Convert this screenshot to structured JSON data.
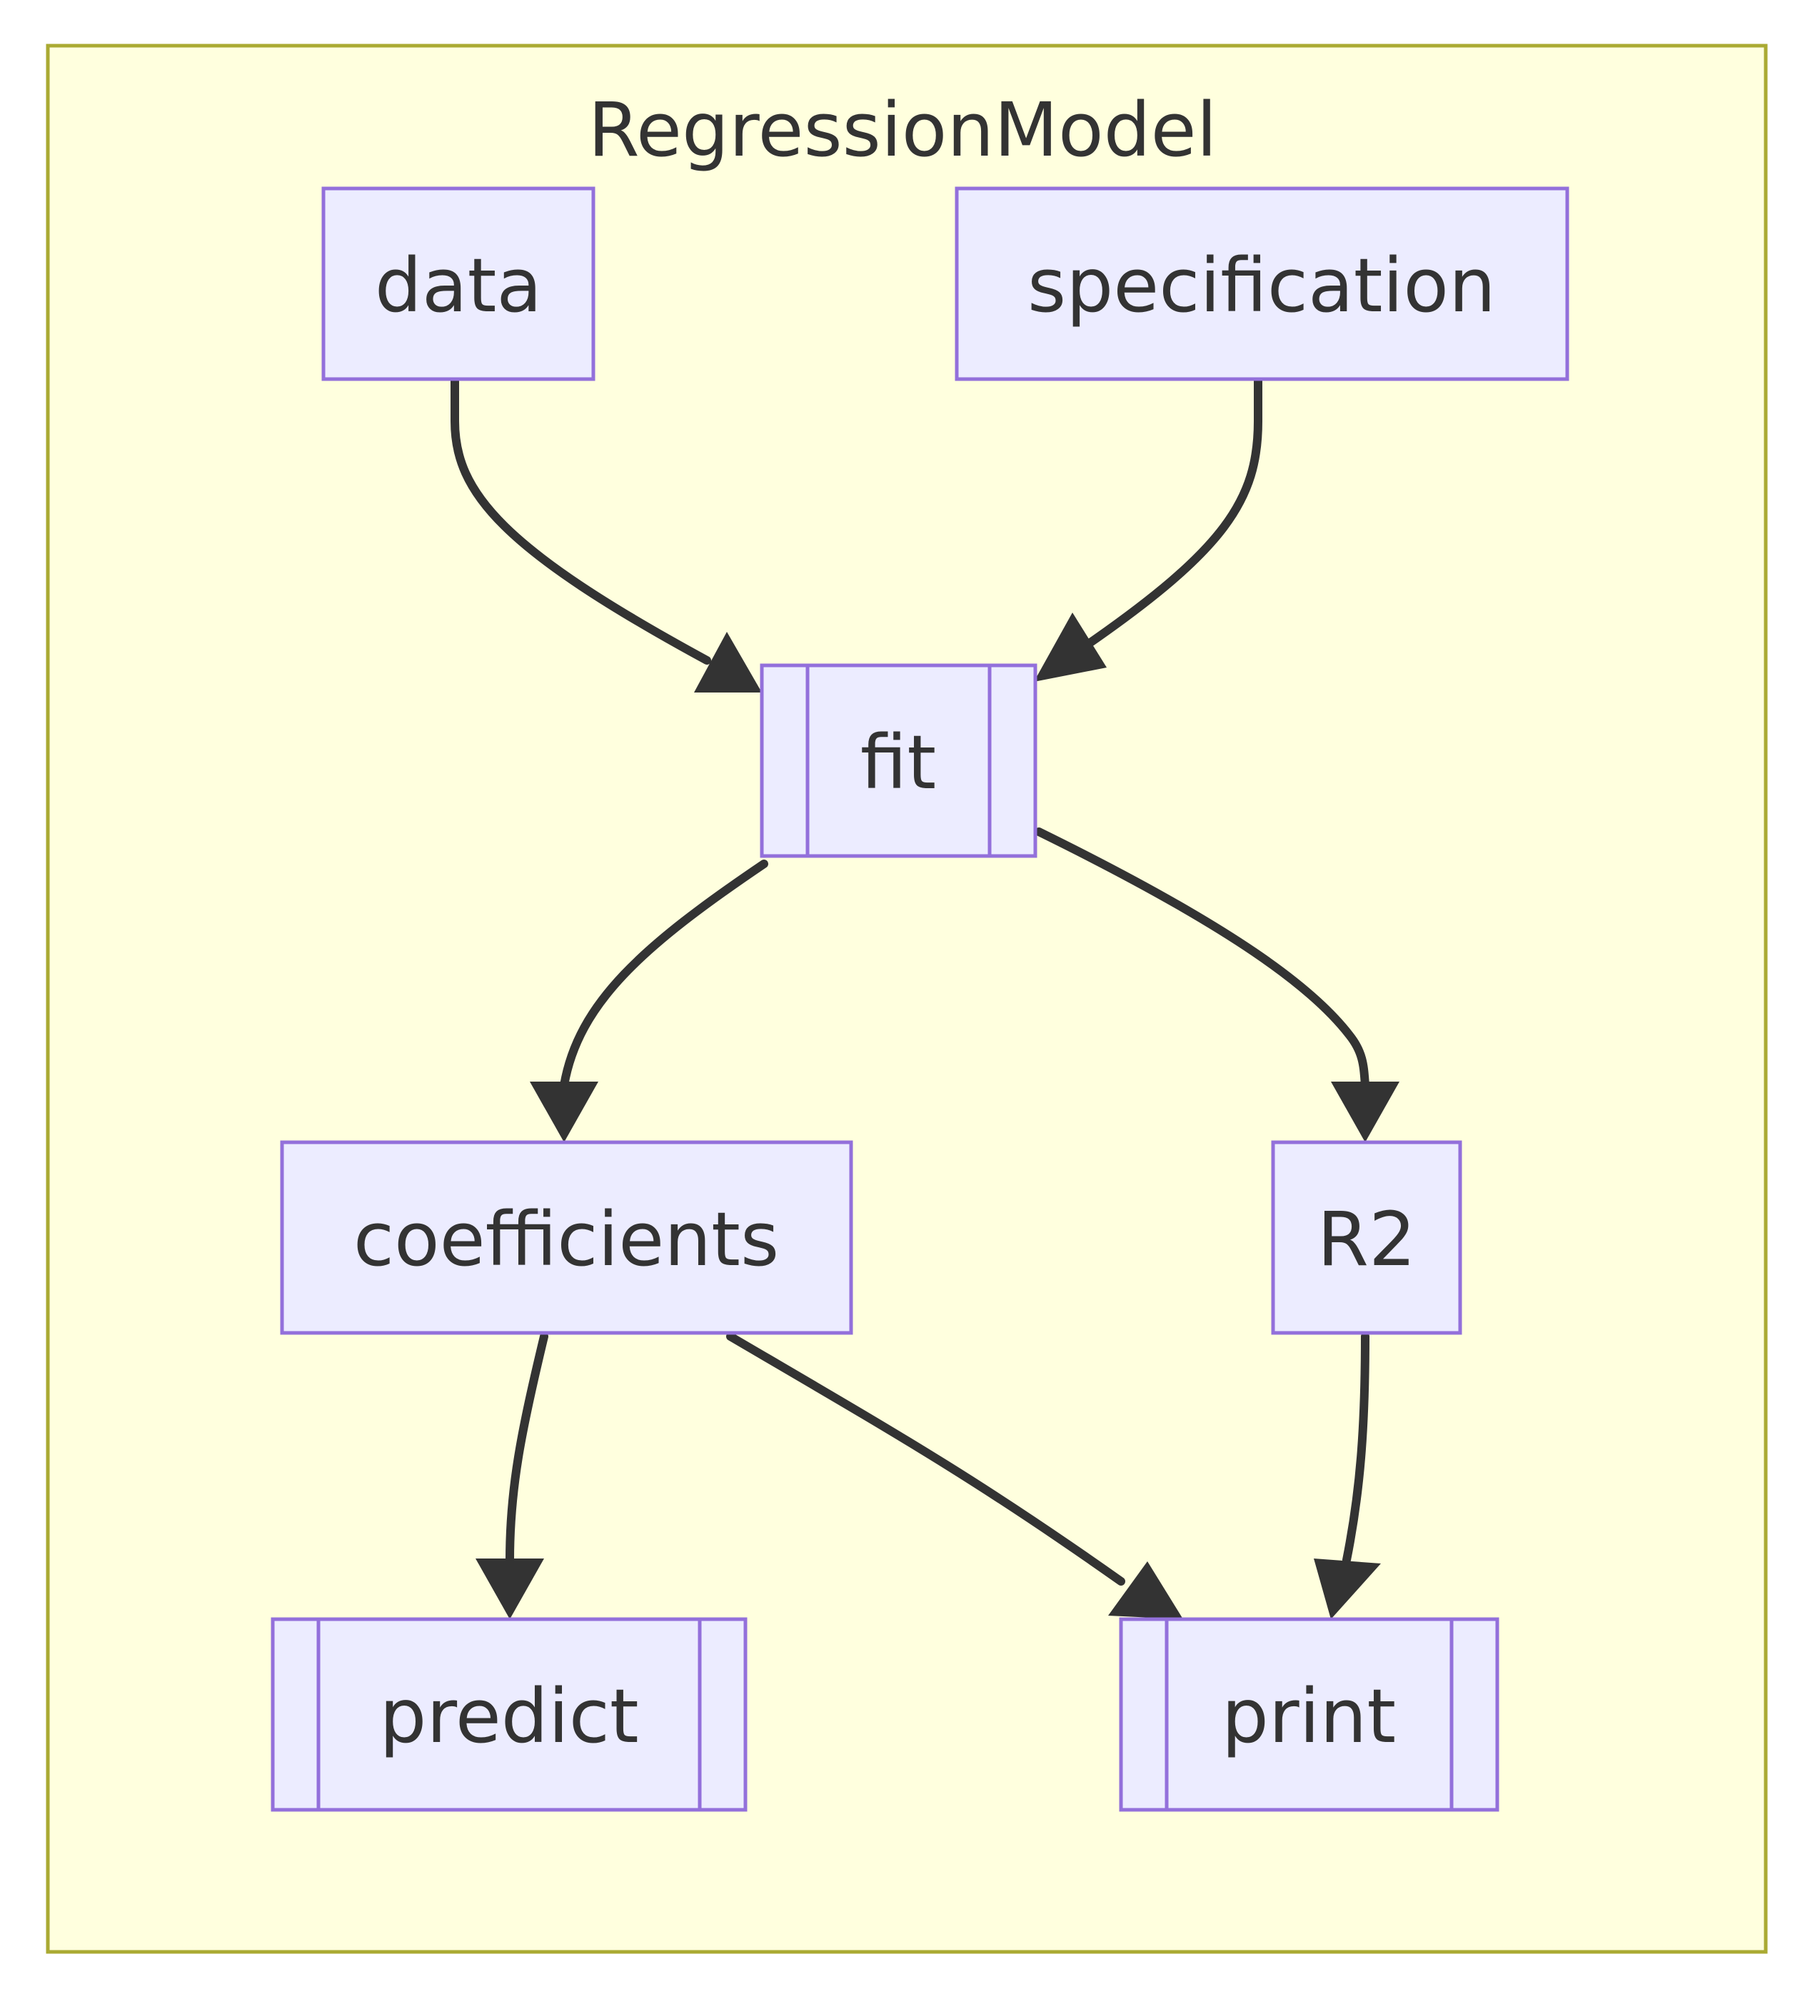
{
  "cluster": {
    "title": "RegressionModel"
  },
  "nodes": {
    "data": "data",
    "specification": "specification",
    "fit": "fit",
    "coefficients": "coefficients",
    "r2": "R2",
    "predict": "predict",
    "print": "print"
  },
  "edges": [
    {
      "from": "data",
      "to": "fit"
    },
    {
      "from": "specification",
      "to": "fit"
    },
    {
      "from": "fit",
      "to": "coefficients"
    },
    {
      "from": "fit",
      "to": "r2"
    },
    {
      "from": "coefficients",
      "to": "predict"
    },
    {
      "from": "coefficients",
      "to": "print"
    },
    {
      "from": "r2",
      "to": "print"
    }
  ],
  "colors": {
    "cluster_fill": "#ffffde",
    "cluster_stroke": "#aaaa33",
    "node_fill": "#ececff",
    "node_stroke": "#9370db",
    "edge": "#333333",
    "text": "#333333"
  }
}
